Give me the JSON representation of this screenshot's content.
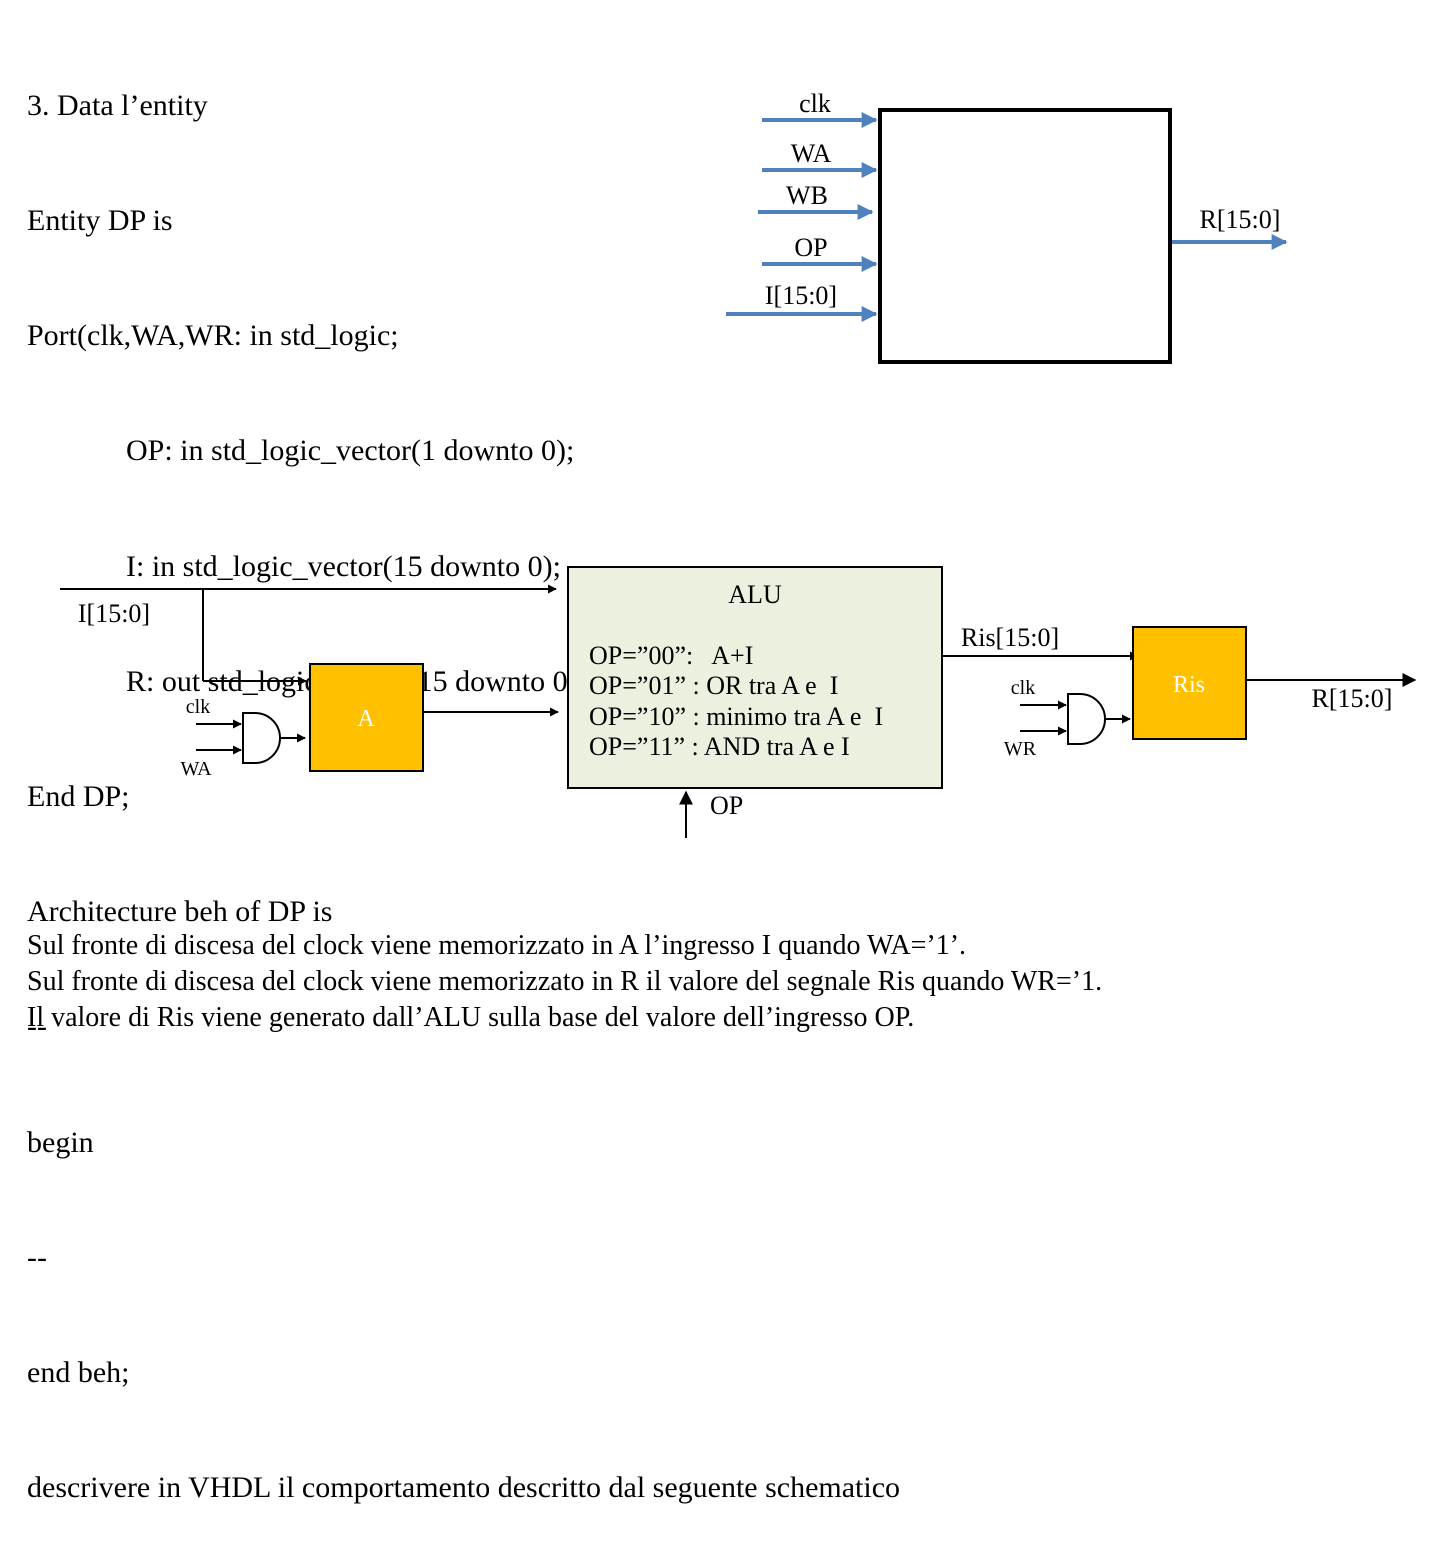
{
  "code_lines": [
    "3. Data l’entity",
    "Entity DP is",
    "Port(clk,WA,WR: in std_logic;",
    "OP: in std_logic_vector(1 downto 0);",
    "I: in std_logic_vector(15 downto 0);",
    "R: out std_logic_vector(15 downto 0) );",
    "End DP;",
    "Architecture beh of DP is",
    "--",
    "begin",
    "--",
    "end beh;",
    "descrivere in VHDL il comportamento descritto dal seguente schematico"
  ],
  "entity_diagram": {
    "inputs": [
      "clk",
      "WA",
      "WB",
      "OP",
      "I[15:0]"
    ],
    "output": "R[15:0]",
    "arrow_color": "#4f81bd"
  },
  "schematic": {
    "input_label": "I[15:0]",
    "reg_a": {
      "label": "A",
      "enable_inputs": [
        "clk",
        "WA"
      ]
    },
    "alu": {
      "title": "ALU",
      "ops": [
        "OP=”00”:   A+I",
        "OP=”01” : OR tra A e  I",
        "OP=”10” : minimo tra A e  I",
        "OP=”11” : AND tra A e I"
      ],
      "op_label": "OP",
      "fill": "#ebf1de"
    },
    "ris_bus_label": "Ris[15:0]",
    "reg_ris": {
      "label": "Ris",
      "enable_inputs": [
        "clk",
        "WR"
      ]
    },
    "output_label": "R[15:0]",
    "register_fill": "#ffc000"
  },
  "footer_lines": [
    "Sul fronte di discesa del clock viene memorizzato in A l’ingresso I quando WA=’1’.",
    "Sul fronte di discesa del clock viene memorizzato in R il valore del segnale Ris quando WR=’1.",
    "Il valore di Ris viene generato dall’ALU sulla base del valore dell’ingresso OP."
  ]
}
